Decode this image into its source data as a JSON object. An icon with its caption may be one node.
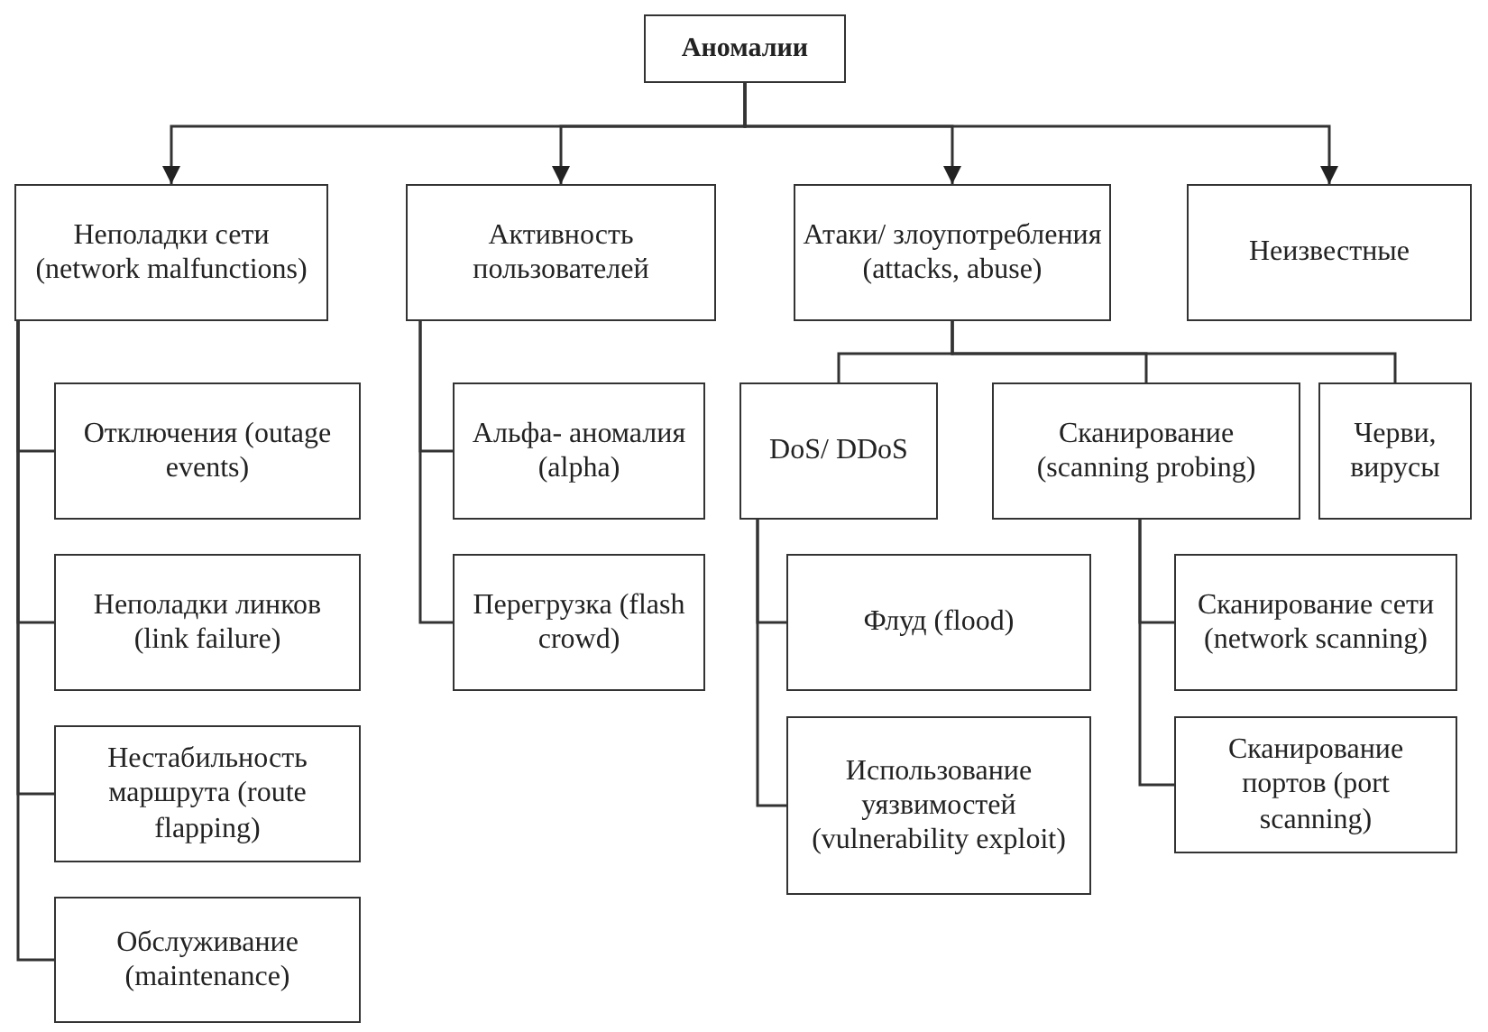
{
  "diagram": {
    "nodes": [
      {
        "text": [
          "Аномалии"
        ]
      },
      {
        "text": [
          "Неполадки сети (network malfunctions)"
        ]
      },
      {
        "text": [
          "Активность пользователей"
        ]
      },
      {
        "text": [
          "Атаки/ злоупотребления (attacks, abuse)"
        ]
      },
      {
        "text": [
          "Неизвестные"
        ]
      },
      {
        "text": [
          "Отключения (outage events)"
        ]
      },
      {
        "text": [
          "Неполадки линков (link failure)"
        ]
      },
      {
        "text": [
          "Нестабильность маршрута (route flapping)"
        ]
      },
      {
        "text": [
          "Обслуживание (maintenance)"
        ]
      },
      {
        "text": [
          "Альфа- аномалия (alpha)"
        ]
      },
      {
        "text": [
          "Перегрузка (flash crowd)"
        ]
      },
      {
        "text": [
          "DoS/ DDoS"
        ]
      },
      {
        "text": [
          "Сканирование (scanning probing)"
        ]
      },
      {
        "text": [
          "Черви, вирусы"
        ]
      },
      {
        "text": [
          "Флуд (flood)"
        ]
      },
      {
        "text": [
          "Использование уязвимостей (vulnerability exploit)"
        ]
      },
      {
        "text": [
          "Сканирование сети (network scanning)"
        ]
      },
      {
        "text": [
          "Сканирование портов (port scanning)"
        ]
      }
    ],
    "edges": [
      {
        "from": 0,
        "to": 1,
        "arrow": "to"
      },
      {
        "from": 0,
        "to": 2,
        "arrow": "to"
      },
      {
        "from": 0,
        "to": 3,
        "arrow": "to"
      },
      {
        "from": 0,
        "to": 4,
        "arrow": "to"
      },
      {
        "from": 1,
        "to": 5,
        "arrow": "none"
      },
      {
        "from": 1,
        "to": 6,
        "arrow": "none"
      },
      {
        "from": 1,
        "to": 7,
        "arrow": "none"
      },
      {
        "from": 1,
        "to": 8,
        "arrow": "none"
      },
      {
        "from": 2,
        "to": 9,
        "arrow": "none"
      },
      {
        "from": 2,
        "to": 10,
        "arrow": "none"
      },
      {
        "from": 3,
        "to": 11,
        "arrow": "none"
      },
      {
        "from": 3,
        "to": 12,
        "arrow": "none"
      },
      {
        "from": 3,
        "to": 13,
        "arrow": "none"
      },
      {
        "from": 11,
        "to": 14,
        "arrow": "none"
      },
      {
        "from": 11,
        "to": 15,
        "arrow": "none"
      },
      {
        "from": 12,
        "to": 16,
        "arrow": "none"
      },
      {
        "from": 12,
        "to": 17,
        "arrow": "none"
      }
    ]
  }
}
